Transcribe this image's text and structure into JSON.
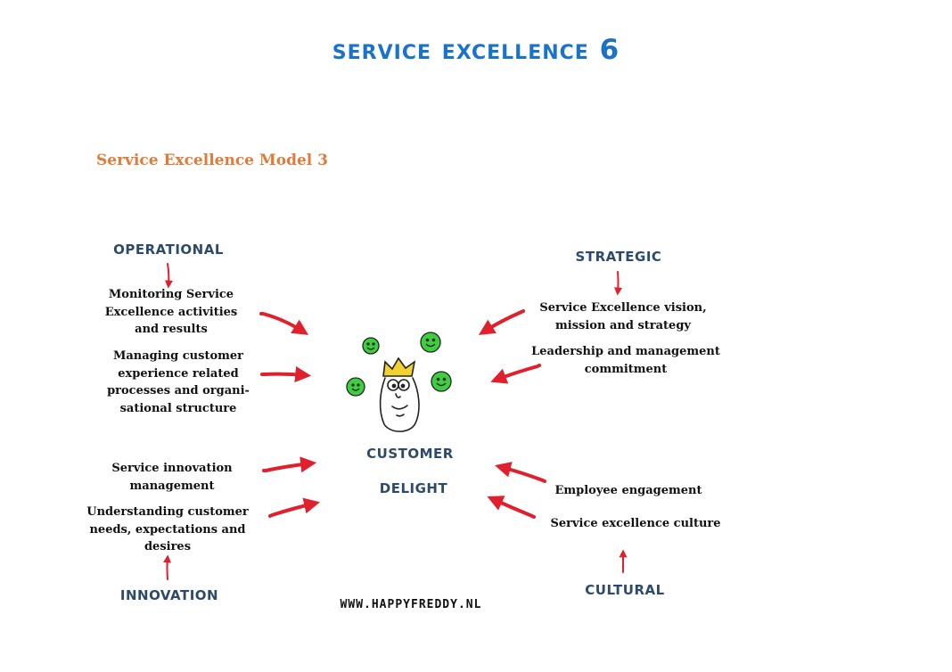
{
  "title": "Service excellence 6",
  "subtitle": "Service Excellence Model 3",
  "center": {
    "line1": "Customer",
    "line2": "Delight"
  },
  "quadrants": {
    "operational": {
      "heading": "Operational",
      "items": [
        "Monitoring Service\nExcellence activities\nand results",
        "Managing customer\nexperience related\nprocesses and organi-\nsational structure"
      ]
    },
    "strategic": {
      "heading": "Strategic",
      "items": [
        "Service Excellence vision,\nmission and strategy",
        "Leadership and management\ncommitment"
      ]
    },
    "innovation": {
      "heading": "Innovation",
      "items": [
        "Service innovation\nmanagement",
        "Understanding customer\nneeds, expectations and\ndesires"
      ]
    },
    "cultural": {
      "heading": "Cultural",
      "items": [
        "Employee engagement",
        "Service excellence culture"
      ]
    }
  },
  "footer": "www.happyfreddy.nl",
  "colors": {
    "title": "#1a73c9",
    "subtitle": "#e07b39",
    "heading": "#2e4a6b",
    "arrow": "#e0202c",
    "smiley": "#3ecf3e",
    "crown": "#f2d230"
  }
}
